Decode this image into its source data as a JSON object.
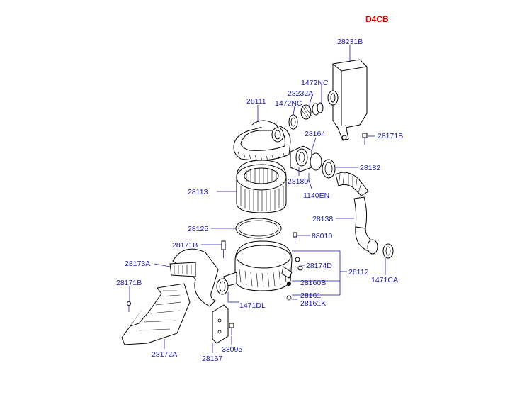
{
  "diagram": {
    "engine_code": "D4CB",
    "labels": {
      "p28231B": "28231B",
      "p1472NC_a": "1472NC",
      "p28232A": "28232A",
      "p1472NC_b": "1472NC",
      "p28111": "28111",
      "p28164": "28164",
      "p28171B_a": "28171B",
      "p28182": "28182",
      "p28113": "28113",
      "p28180": "28180",
      "p1140EN": "1140EN",
      "p28138": "28138",
      "p28125": "28125",
      "p88010": "88010",
      "p28171B_b": "28171B",
      "p28173A": "28173A",
      "p28174D": "28174D",
      "p28112": "28112",
      "p1471CA": "1471CA",
      "p28171B_c": "28171B",
      "p28160B": "28160B",
      "p28161": "28161",
      "p28161K": "28161K",
      "p1471DL": "1471DL",
      "p33095": "33095",
      "p28172A": "28172A",
      "p28167": "28167"
    }
  }
}
